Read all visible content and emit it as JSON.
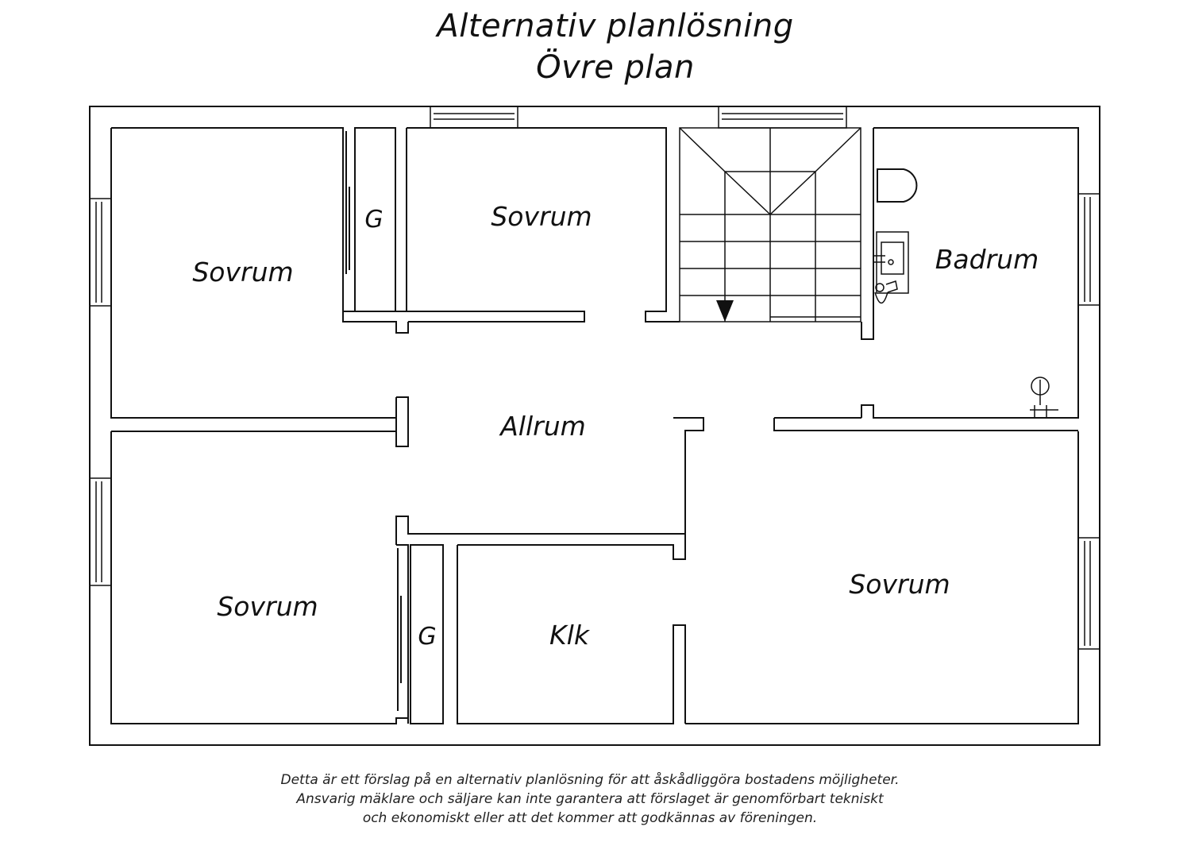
{
  "header": {
    "title_line1": "Alternativ planlösning",
    "title_line2": "Övre plan"
  },
  "rooms": {
    "sovrum_top_left": "Sovrum",
    "wardrobe_top": "G",
    "sovrum_top_middle": "Sovrum",
    "badrum": "Badrum",
    "allrum": "Allrum",
    "sovrum_bottom_left": "Sovrum",
    "wardrobe_bottom": "G",
    "klk": "Klk",
    "sovrum_bottom_right": "Sovrum"
  },
  "footer": {
    "line1": "Detta är ett förslag på en alternativ planlösning för att åskådliggöra bostadens möjligheter.",
    "line2": "Ansvarig mäklare och säljare kan inte garantera att förslaget är genomförbart tekniskt",
    "line3": "och ekonomiskt eller att det kommer att godkännas av föreningen."
  },
  "colors": {
    "line": "#111111",
    "background": "#ffffff"
  }
}
